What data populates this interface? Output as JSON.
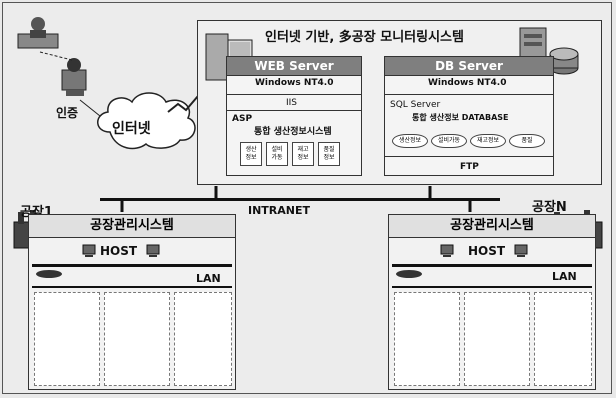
{
  "main_title": "인터넷 기반, 多공장 모니터링시스템",
  "auth_label": "인증",
  "internet_label": "인터넷",
  "web_server": {
    "title": "WEB Server",
    "os": "Windows NT4.0",
    "iis": "IIS",
    "asp": "ASP",
    "system": "통합 생산정보시스템",
    "modules": [
      "생산\n정보",
      "설비\n가동",
      "재고\n정보",
      "품질\n정보"
    ]
  },
  "db_server": {
    "title": "DB Server",
    "os": "Windows NT4.0",
    "sql": "SQL Server",
    "database": "통합 생산정보 DATABASE",
    "tables": [
      "생산정보",
      "설비가동",
      "재고정보",
      "품질"
    ],
    "ftp": "FTP"
  },
  "intranet_label": "INTRANET",
  "factory1": {
    "label": "공장1",
    "title": "공장관리시스템",
    "host": "HOST",
    "lan": "LAN"
  },
  "factoryN": {
    "label": "공장N",
    "title": "공장관리시스템",
    "host": "HOST",
    "lan": "LAN"
  }
}
